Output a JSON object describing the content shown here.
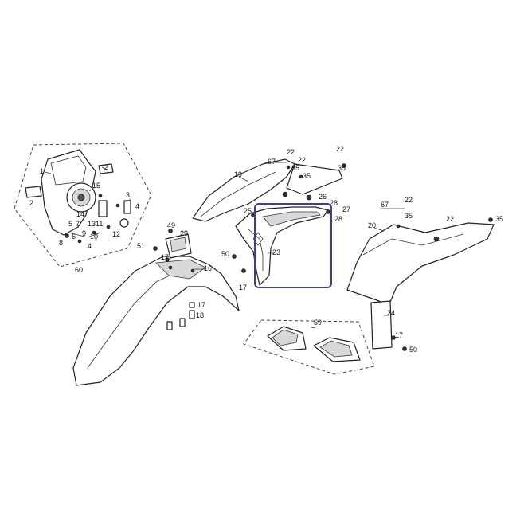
{
  "highlight_color": "#3b3ea8",
  "callouts": {
    "c1": "1",
    "c2a": "2",
    "c2b": "2",
    "c3": "3",
    "c4a": "4",
    "c4b": "4",
    "c5": "5",
    "c6": "6",
    "c7": "7",
    "c8": "8",
    "c9": "9",
    "c10": "10",
    "c11": "11",
    "c12": "12",
    "c13": "13",
    "c14": "14",
    "c15": "15",
    "c16": "16",
    "c17a": "17",
    "c17b": "17",
    "c17c": "17",
    "c17d": "17",
    "c18": "18",
    "c19": "19",
    "c20": "20",
    "c22a": "22",
    "c22b": "22",
    "c22c": "22",
    "c22d": "22",
    "c22e": "22",
    "c23": "23",
    "c24": "24",
    "c25": "25",
    "c26": "26",
    "c27": "27",
    "c28a": "28",
    "c28b": "28",
    "c29": "29",
    "c35a": "35",
    "c35b": "35",
    "c35c": "35",
    "c35d": "35",
    "c35e": "35",
    "c49": "49",
    "c50a": "50",
    "c50b": "50",
    "c51": "51",
    "c59": "59",
    "c60": "60",
    "c67a": "67",
    "c67b": "67"
  }
}
